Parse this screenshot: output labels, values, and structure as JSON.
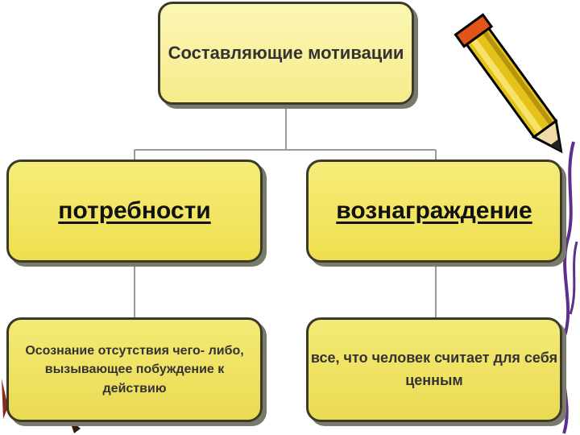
{
  "diagram": {
    "root": {
      "title": "Составляющие мотивации"
    },
    "branches": [
      {
        "label": "потребности",
        "description": "Осознание отсутствия чего- либо, вызывающее побуждение к действию"
      },
      {
        "label": "вознаграждение",
        "description": "все, что человек считает для себя ценным"
      }
    ]
  },
  "decor": {
    "pencil_icon": "pencil-icon",
    "scribble_color": "#5b2f8a",
    "box_color": "#f3e76a"
  }
}
